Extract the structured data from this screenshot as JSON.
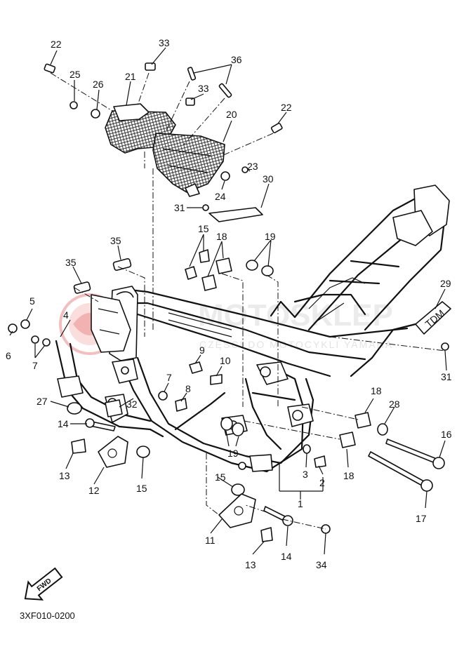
{
  "diagram_code": "3XF010-0200",
  "fwd_label": "FWD",
  "watermark": {
    "main": "MOTOSKLEP",
    "sub": "CZĘŚCI DO MOTOCYKLI YAMAHA",
    "color": "#e03030"
  },
  "tab_label": "TDM",
  "callouts": {
    "c22a": "22",
    "c33a": "33",
    "c36": "36",
    "c25": "25",
    "c21": "21",
    "c26": "26",
    "c33b": "33",
    "c20": "20",
    "c22b": "22",
    "c23": "23",
    "c30": "30",
    "c24": "24",
    "c31a": "31",
    "c15a": "15",
    "c18a": "18",
    "c19a": "19",
    "c35a": "35",
    "c35b": "35",
    "c29": "29",
    "c5": "5",
    "c4": "4",
    "c6": "6",
    "c7a": "7",
    "c9": "9",
    "c10": "10",
    "c31b": "31",
    "c7b": "7",
    "c8": "8",
    "c27": "27",
    "c32": "32",
    "c18b": "18",
    "c28": "28",
    "c14a": "14",
    "c16": "16",
    "c19b": "19",
    "c13a": "13",
    "c12": "12",
    "c15b": "15",
    "c3": "3",
    "c2": "2",
    "c18c": "18",
    "c15c": "15",
    "c1": "1",
    "c17": "17",
    "c11": "11",
    "c14b": "14",
    "c13b": "13",
    "c34": "34"
  }
}
